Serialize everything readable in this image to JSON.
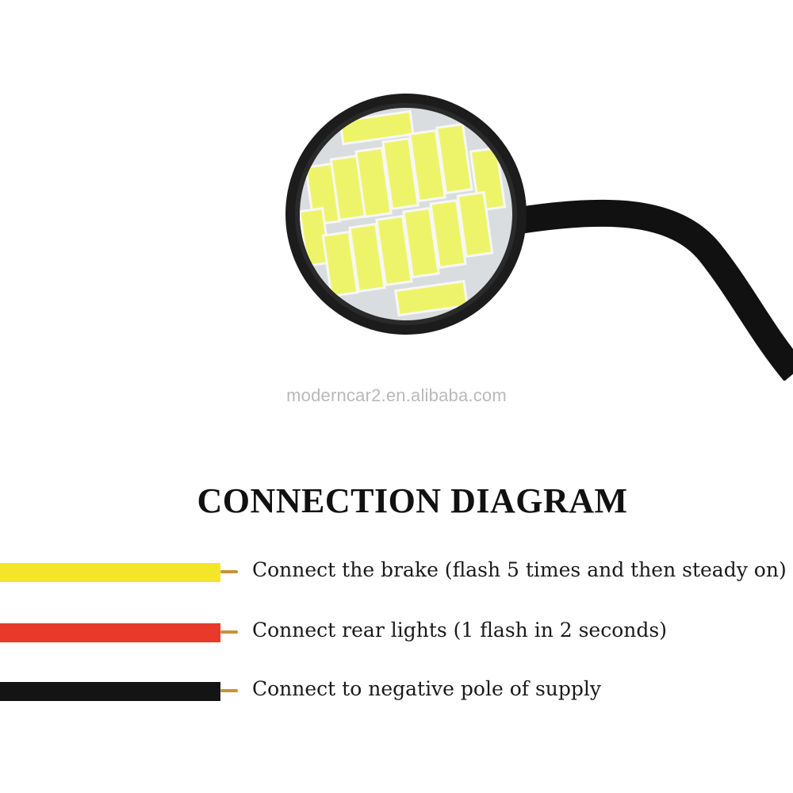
{
  "watermark": "moderncar2.en.alibaba.com",
  "title": "CONNECTION DIAGRAM",
  "wires": [
    {
      "label": "Connect the brake (flash 5 times and then steady on)",
      "color": "#f4e52a"
    },
    {
      "label": "Connect rear lights (1 flash in 2 seconds)",
      "color": "#e8392a"
    },
    {
      "label": "Connect to negative pole of supply",
      "color": "#141414"
    }
  ],
  "led": {
    "housing_color": "#1c1c1c",
    "chip_color": "#eef46a",
    "cable_color": "#111111",
    "board_color": "#d9dde0"
  },
  "wire_tip_color": "#c8913a"
}
